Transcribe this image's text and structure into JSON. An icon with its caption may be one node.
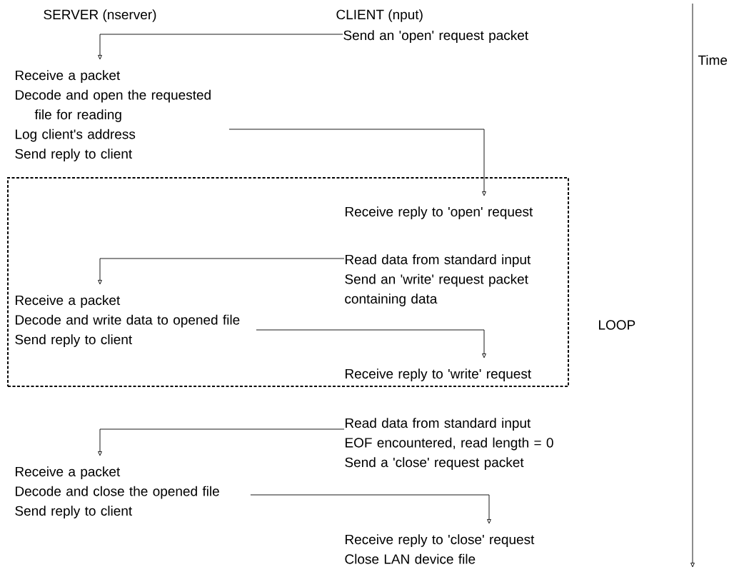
{
  "diagram": {
    "nodes": [
      {
        "text": [
          "Send an 'open' request packet"
        ]
      },
      {
        "text": [
          "Receive a packet",
          "Decode and open the requested file for reading",
          "Log client's address",
          "Send reply to client"
        ]
      },
      {
        "text": [],
        "shape": "box",
        "beside": [
          "LOOP"
        ]
      },
      {
        "text": [
          "Receive reply to 'open' request"
        ],
        "in": 2
      },
      {
        "text": [
          "Read data from standard input",
          "Send an 'write' request packet containing data"
        ],
        "in": 2
      },
      {
        "text": [
          "Receive a packet",
          "Decode and write data to opened file",
          "Send reply to client"
        ],
        "in": 2
      },
      {
        "text": [
          "Receive reply to 'write' request"
        ],
        "in": 2
      },
      {
        "text": [
          "Read data from standard input",
          "EOF encountered, read length = 0",
          "Send a 'close' request packet"
        ]
      },
      {
        "text": [
          "Receive a packet",
          "Decode and close the opened file",
          "Send reply to client"
        ]
      },
      {
        "text": [
          "Receive reply to 'close' request",
          "Close LAN device file"
        ]
      }
    ],
    "edges": [
      {
        "from": 0,
        "to": 1,
        "arrow": "to"
      },
      {
        "from": 1,
        "to": 3,
        "arrow": "to"
      },
      {
        "from": 4,
        "to": 5,
        "arrow": "to"
      },
      {
        "from": 5,
        "to": 6,
        "arrow": "to"
      },
      {
        "from": 7,
        "to": 8,
        "arrow": "to"
      },
      {
        "from": 8,
        "to": 9,
        "arrow": "to"
      }
    ],
    "labels": [
      "SERVER (nserver)",
      "CLIENT (nput)",
      "Time"
    ]
  }
}
